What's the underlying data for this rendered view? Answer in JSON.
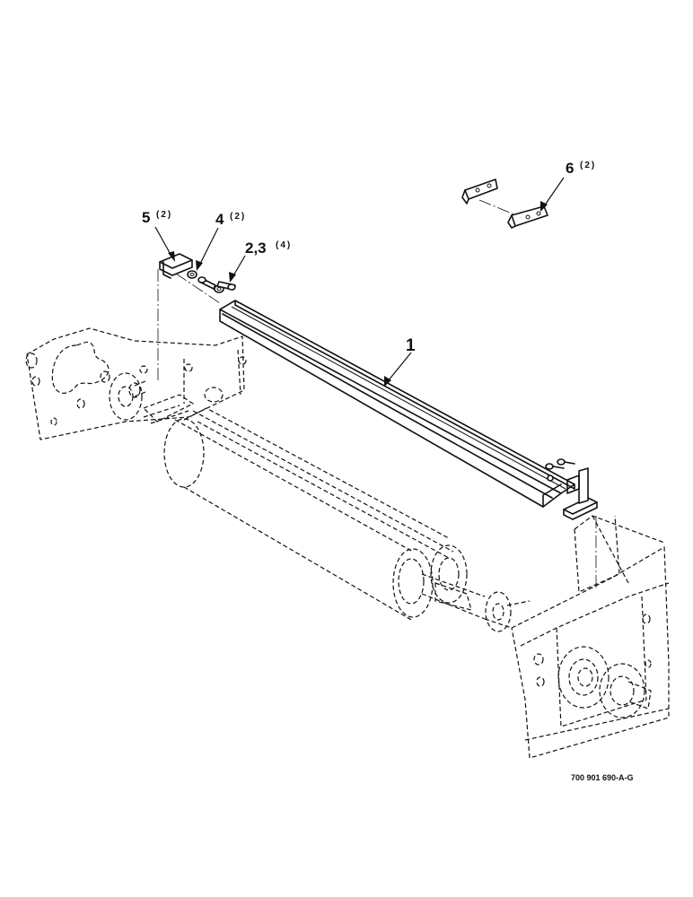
{
  "callouts": [
    {
      "id": "1",
      "number": "1",
      "qty": ""
    },
    {
      "id": "2-3",
      "number": "2,3",
      "qty": "(4)"
    },
    {
      "id": "4",
      "number": "4",
      "qty": "(2)"
    },
    {
      "id": "5",
      "number": "5",
      "qty": "(2)"
    },
    {
      "id": "6",
      "number": "6",
      "qty": "(2)"
    }
  ],
  "drawing_number": "700 901 690-A-G",
  "colors": {
    "ink": "#111111",
    "paper": "#ffffff"
  }
}
